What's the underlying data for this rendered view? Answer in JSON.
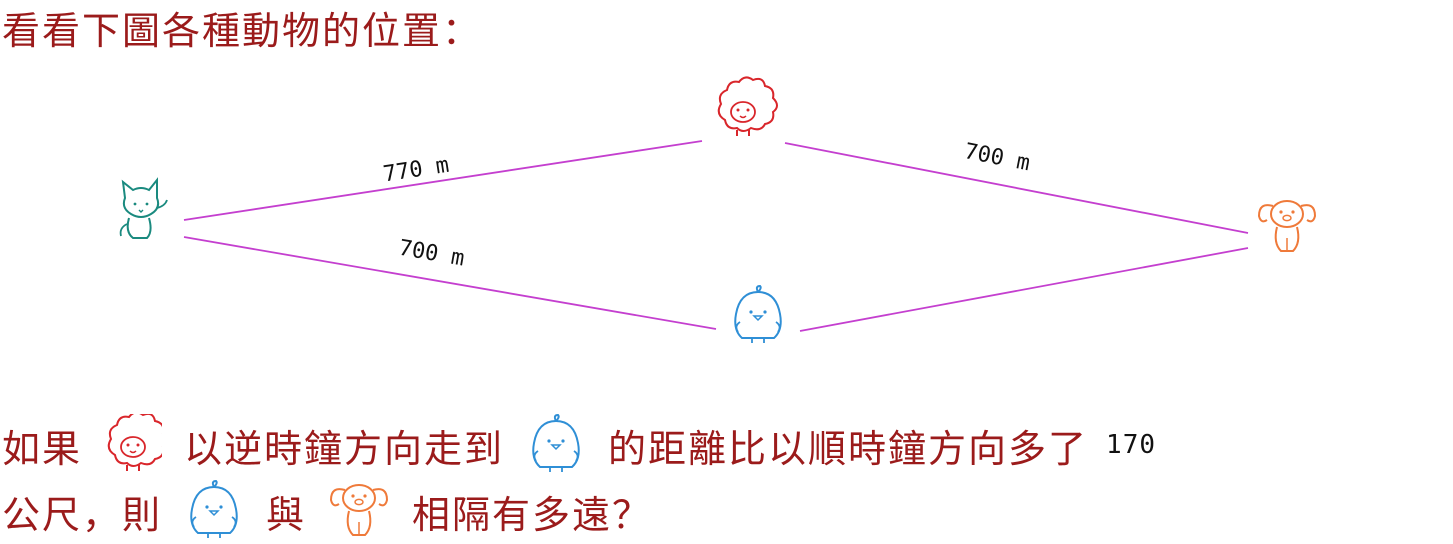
{
  "title": "看看下圖各種動物的位置：",
  "animals": {
    "sheep": {
      "icon": "sheep-icon",
      "color": "#d9262b"
    },
    "cat": {
      "icon": "cat-icon",
      "color": "#1a8a7f"
    },
    "dog": {
      "icon": "dog-icon",
      "color": "#ef7a3a"
    },
    "chick": {
      "icon": "chick-icon",
      "color": "#2f8fd6"
    }
  },
  "line_color": "#c43fcf",
  "distances": {
    "cat_sheep": "770 m",
    "sheep_dog": "700 m",
    "cat_chick": "700 m"
  },
  "question": {
    "part1": "如果",
    "part2": "以逆時鐘方向走到",
    "part3": "的距離比以順時鐘方向多了",
    "number": "170",
    "part4": "公尺，則",
    "part5": "與",
    "part6": "相隔有多遠？"
  }
}
